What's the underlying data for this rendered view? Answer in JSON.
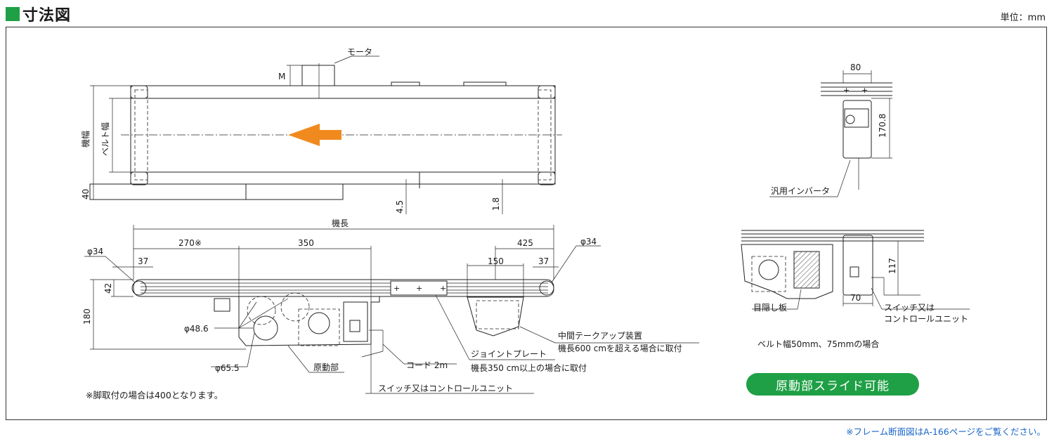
{
  "header": {
    "title": "寸法図",
    "unit": "単位：mm",
    "accent_color": "#1fa046"
  },
  "labels": {
    "motor": "モータ",
    "m": "M",
    "machine_width": "機幅",
    "belt_width": "ベルト幅",
    "d40": "40",
    "d4_5": "4.5",
    "d1_8": "1.8",
    "machine_length": "機長",
    "d270": "270※",
    "d350": "350",
    "d425": "425",
    "phi34_left": "φ34",
    "phi34_right": "φ34",
    "d37_left": "37",
    "d37_right": "37",
    "d150": "150",
    "d42": "42",
    "d180": "180",
    "phi48_6": "φ48.6",
    "phi65_5": "φ65.5",
    "drive_unit": "原動部",
    "cord": "コード 2m",
    "switch_or_controller": "スイッチ又はコントロールユニット",
    "joint_plate": "ジョイントプレート",
    "joint_plate_note": "機長350 cm以上の場合に取付",
    "takeup": "中間テークアップ装置",
    "takeup_note": "機長600 cmを超える場合に取付",
    "d80": "80",
    "d170_8": "170.8",
    "inverter": "汎用インバータ",
    "d117": "117",
    "d70": "70",
    "blind_plate": "目隠し板",
    "switch_or_control_unit_1": "スイッチ又は",
    "switch_or_control_unit_2": "コントロールユニット",
    "belt_width_case": "ベルト幅50mm、75mmの場合"
  },
  "notes": {
    "leg_note": "※脚取付の場合は400となります。"
  },
  "badge": {
    "text": "原動部スライド可能"
  },
  "footer": {
    "text": "※フレーム断面図はA-166ページをご覧ください。",
    "color": "#1a66c8"
  },
  "arrow": {
    "color": "#f08a1e",
    "direction": "left"
  }
}
